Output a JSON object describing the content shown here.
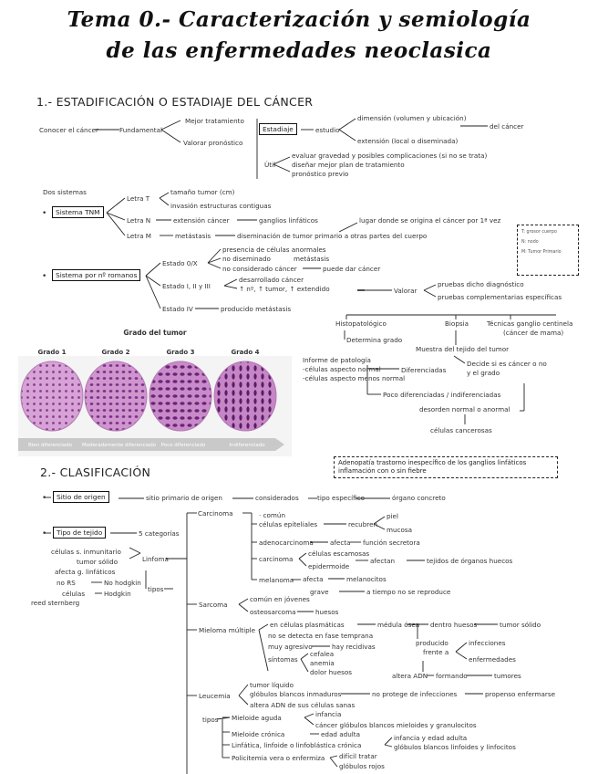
{
  "title": {
    "line1": "Tema 0.- Caracterización y semiología",
    "line2": "de las enfermedades neoclasica"
  },
  "section1": {
    "heading": "1.- ESTADIFICACIÓN O ESTADIAJE DEL CÁNCER",
    "conocer": "Conocer el cáncer",
    "fundamental": "Fundamental",
    "mejor": "Mejor tratamiento",
    "valorar_pron": "Valorar pronóstico",
    "estadiaje": "Estadiaje",
    "estudio": "estudio",
    "dimension": "dimensión (volumen y ubicación)",
    "extension": "extensión (local o diseminada)",
    "del_cancer": "del cáncer",
    "util": "Útil",
    "util_1": "evaluar gravedad y posibles complicaciones (si no se trata)",
    "util_2": "diseñar mejor plan de tratamiento",
    "util_3": "pronóstico previo",
    "dos_sistemas": "Dos sistemas",
    "tnm": "Sistema TNM",
    "letra_t": "Letra T",
    "t1": "tamaño tumor (cm)",
    "t2": "invasión estructuras contiguas",
    "letra_n": "Letra N",
    "n1": "extensión cáncer",
    "n2": "ganglios linfáticos",
    "letra_m": "Letra M",
    "m1": "metástasis",
    "m2": "diseminación de tumor primario a otras partes del cuerpo",
    "lugar": "lugar donde se origina el cáncer por 1ª vez",
    "sidebox_1": "T: grosor cuerpo",
    "sidebox_2": "N: nodo",
    "sidebox_3": "M: Tumor   Primario",
    "romanos": "Sistema por nº romanos",
    "estado0": "Estado 0/X",
    "e0_1": "presencia de células anormales",
    "e0_2": "no diseminado",
    "e0_2b": "metástasis",
    "e0_3": "no considerado cáncer",
    "e0_3b": "puede dar cáncer",
    "estado123": "Estado I, II y III",
    "e1_1": "desarrollado cáncer",
    "e1_2": "↑ nº, ↑ tumor, ↑ extendido",
    "valorar": "Valorar",
    "v1": "pruebas dicho diagnóstico",
    "v2": "pruebas complementarias específicas",
    "estado4": "Estado IV",
    "e4": "producido metástasis",
    "histo": "Histopatológico",
    "determina": "Determina grado",
    "biopsia": "Biopsia",
    "tecnicas": "Técnicas ganglio centinela",
    "tecnicas_b": "(cáncer de mama)",
    "muestra": "Muestra del tejido del tumor",
    "decide": "Decide si es cáncer o no",
    "decide_b": "y el grado",
    "informe": "Informe de patología",
    "inf1": "-células aspecto normal",
    "inf2": "-células aspecto menos normal",
    "diferenciadas": "Diferenciadas",
    "poco": "Poco diferenciadas / indiferenciadas",
    "desorden": "desorden normal o anormal",
    "celulas_canc": "células cancerosas",
    "figure": {
      "title": "Grado del tumor",
      "grades": [
        "Grado 1",
        "Grado 2",
        "Grado 3",
        "Grado 4"
      ],
      "footer": [
        "Bien diferenciado",
        "Moderadamente diferenciado",
        "Poco diferenciado",
        "Indiferenciado"
      ]
    }
  },
  "section2": {
    "heading": "2.- CLASIFICACIÓN",
    "adenopatia_1": "Adenopatía trastorno inespecífico de los ganglios linfáticos",
    "adenopatia_2": "inflamación con o sin fiebre",
    "sitio": "Sitio de origen",
    "sitio_1": "sitio primario de origen",
    "sitio_2": "considerados",
    "sitio_3": "tipo específico",
    "sitio_4": "órgano concreto",
    "tipo": "Tipo de tejido",
    "cinco": "5 categorías",
    "carcinoma": "Carcinoma",
    "comun": "· común",
    "epiteliales": "células epiteliales",
    "recubren": "recubren",
    "piel": "piel",
    "mucosa": "mucosa",
    "adenocarcinoma": "adenocarcinoma",
    "afecta": "afecta",
    "funcion": "función secretora",
    "carcinoma2": "carcinoma",
    "escamosas": "células escamosas",
    "epidermoide": "epidermoide",
    "afectan": "afectan",
    "tejidos": "tejidos de órganos huecos",
    "melanoma": "melanoma",
    "mel_1": "afecta",
    "mel_1b": "melanocitos",
    "mel_2": "grave",
    "mel_2b": "a tiempo no se reproduce",
    "linfoma": "Linfoma",
    "inmunitario": "células s. inmunitario",
    "solido": "tumor sólido",
    "afecta_g": "afecta g. linfáticos",
    "no_rs": "no RS",
    "no_hodgkin": "No hodgkin",
    "celulas_rs": "células",
    "hodgkin": "Hodgkin",
    "reed": "reed sternberg",
    "tipos": "tipos",
    "sarcoma": "Sarcoma",
    "sar_1": "común en jóvenes",
    "sar_2": "osteosarcoma",
    "huesos": "huesos",
    "mieloma": "Mieloma múltiple",
    "mie_1": "en células plasmáticas",
    "medula": "médula ósea",
    "dentro": "dentro huesos",
    "tumor_solido": "tumor sólido",
    "mie_2": "no se detecta en fase temprana",
    "mie_3": "muy agresivo",
    "recidivas": "hay recidivas",
    "sintomas": "síntomas",
    "sint_1": "cefalea",
    "sint_2": "anemia",
    "sint_3": "dolor huesos",
    "producido": "producido",
    "frente": "frente a",
    "infecciones": "infecciones",
    "enfermedades": "enfermedades",
    "altera": "altera ADN",
    "formando": "formando",
    "tumores": "tumores",
    "leucemia": "Leucemia",
    "leu_1": "tumor líquido",
    "leu_2": "glóbulos blancos inmaduros",
    "leu_2b": "no protege de infecciones",
    "leu_2c": "propenso enfermarse",
    "leu_3": "altera ADN de sus células sanas",
    "tipos2": "tipos",
    "mieloide_ag": "Mieloide aguda",
    "ma_1": "infancia",
    "ma_2": "cáncer glóbulos blancos mieloides y granulocitos",
    "mieloide_cr": "Mieloide crónica",
    "mc_1": "edad adulta",
    "linfatica": "Linfática, linfoide o linfoblástica crónica",
    "lf_1": "infancia y edad adulta",
    "lf_2": "glóbulos blancos linfoides y linfocitos",
    "policitemia": "Policitemia vera o enfermiza",
    "pc_1": "difícil tratar",
    "pc_2": "glóbulos rojos"
  }
}
